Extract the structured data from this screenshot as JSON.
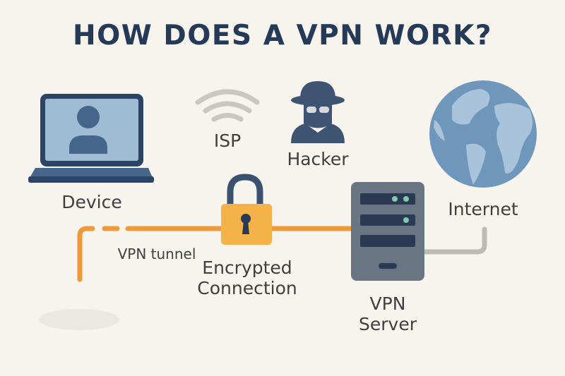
{
  "title": "HOW DOES A VPN WORK?",
  "nodes": {
    "device": {
      "label": "Device",
      "icon": "laptop-user-icon"
    },
    "isp": {
      "label": "ISP",
      "icon": "wifi-icon"
    },
    "hacker": {
      "label": "Hacker",
      "icon": "hacker-spy-icon"
    },
    "internet": {
      "label": "Internet",
      "icon": "globe-icon"
    },
    "lock": {
      "label_line1": "Encrypted",
      "label_line2": "Connection",
      "icon": "padlock-icon"
    },
    "server": {
      "label_line1": "VPN",
      "label_line2": "Server",
      "icon": "server-icon"
    }
  },
  "tunnel": {
    "label": "VPN tunnel"
  },
  "colors": {
    "background": "#f7f4ee",
    "title": "#253a57",
    "navy": "#2c4565",
    "screen": "#9fbcd4",
    "tunnel": "#ef9a3a",
    "lock_body": "#f5b248",
    "server": "#6a7584",
    "server_slot": "#2a3a52",
    "led": "#7fcaa8",
    "globe_ocean": "#6f96bb",
    "globe_land": "#a8c3da",
    "cable": "#bdbbb5",
    "wifi": "#c9c7c2"
  }
}
